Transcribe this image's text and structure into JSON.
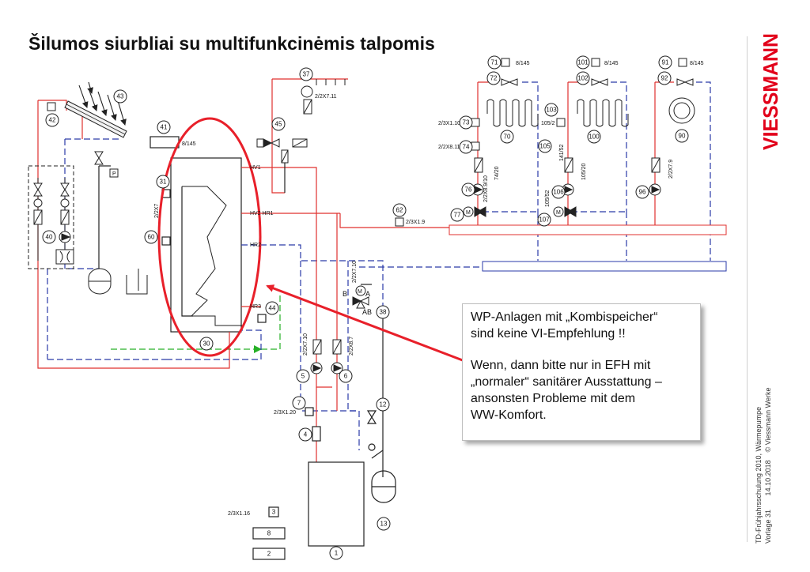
{
  "slide": {
    "title": "Šilumos siurbliai su multifunkcinėmis talpomis",
    "brand": "VIESSMANN",
    "footer": {
      "line1": "TD-Frühjahrsschulung 2010, Wärmepumpe",
      "line2a": "Vorlage 31",
      "line2b": "14.10.2018",
      "line2c": "© Viessmann Werke"
    }
  },
  "callout": {
    "line1": "WP-Anlagen mit „Kombispeicher“",
    "line2": "sind keine VI-Empfehlung !!",
    "line3": "Wenn, dann bitte nur in EFH mit",
    "line4": "„normaler“ sanitärer Ausstattung –",
    "line5": "ansonsten Probleme mit dem",
    "line6": "WW-Komfort."
  },
  "diagram": {
    "numbers": {
      "n1": "1",
      "n2": "2",
      "n3": "3",
      "n4": "4",
      "n5": "5",
      "n6": "6",
      "n7": "7",
      "n8": "8",
      "n12": "12",
      "n13": "13",
      "n30": "30",
      "n31": "31",
      "n37": "37",
      "n38": "38",
      "n40": "40",
      "n41": "41",
      "n42": "42",
      "n43": "43",
      "n44": "44",
      "n45": "45",
      "n60": "60",
      "n62": "62",
      "n70": "70",
      "n71": "71",
      "n72": "72",
      "n73": "73",
      "n74": "74",
      "n76": "76",
      "n77": "77",
      "n90": "90",
      "n91": "91",
      "n92": "92",
      "n96": "96",
      "n100": "100",
      "n101": "101",
      "n102": "102",
      "n103": "103",
      "n105": "105",
      "n106": "106",
      "n107": "107"
    },
    "labels": {
      "l8145a": "8/145",
      "l8145b": "8/145",
      "l8145c": "8/145",
      "l8145d": "8/145",
      "l2x711": "2/2X7.11",
      "l2x710": "2/2X7.10",
      "l2x710b": "2/2X7.10",
      "l2x87": "2/2X8.7",
      "l3x19": "2/3X1.9",
      "l3x120": "2/3X1.20",
      "l3x116": "2/3X1.16",
      "l3x110": "2/3X1.10",
      "l2x811": "2/2X8.11",
      "l2x8910": "2/2X8.9/10",
      "l7420": "74/20",
      "l1052": "105/2",
      "l10520": "105/20",
      "l10552": "105/52",
      "l14152": "141/52",
      "l2x79": "2/2X7.9",
      "l2x7top": "2/2X7",
      "hv1": "HV1",
      "hv2": "HV2 HR1",
      "hr2": "HR2",
      "hr3": "HR3",
      "vB": "B",
      "vA": "A",
      "vAB": "AB",
      "mP": "P",
      "mM1": "M",
      "mM2": "M",
      "mM3": "M"
    }
  },
  "colors": {
    "flow": "#e0312f",
    "return": "#2a3aa8",
    "glycol": "#27b027",
    "highlight": "#e8202a",
    "brand": "#e2001a"
  }
}
